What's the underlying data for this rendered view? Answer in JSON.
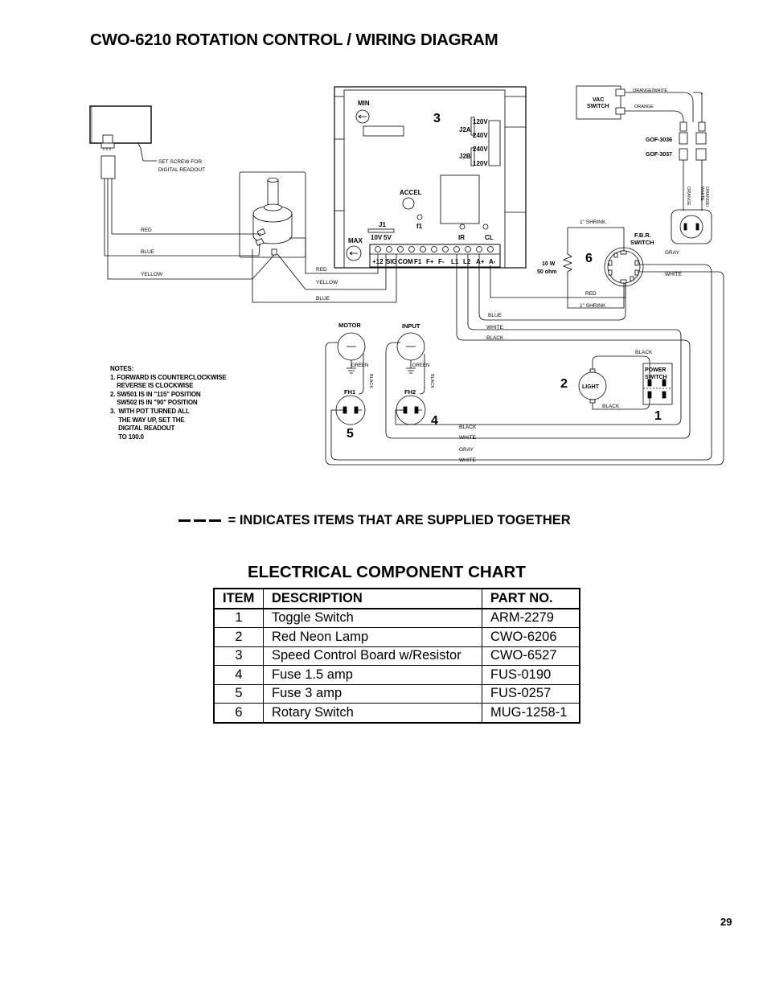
{
  "title": "CWO-6210 ROTATION CONTROL / WIRING DIAGRAM",
  "diagram": {
    "board": {
      "item_number": "3",
      "min_label": "MIN",
      "max_label": "MAX",
      "accel_label": "ACCEL",
      "f1_label": "f1",
      "j1_label": "J1",
      "v10_label": "10V",
      "v5_label": "5V",
      "ir_label": "IR",
      "cl_label": "CL",
      "j2a_label": "J2A",
      "j2b_label": "J2B",
      "v120_a": "120V",
      "v240_a": "240V",
      "v240_b": "240V",
      "v120_b": "120V",
      "terminals": [
        "+12",
        "SIG",
        "COM",
        "F1",
        "F+",
        "F-",
        "L1",
        "L2",
        "A+",
        "A-"
      ]
    },
    "set_screw_line1": "SET SCREW FOR",
    "set_screw_line2": "DIGITAL READOUT",
    "vac_switch_line1": "VAC",
    "vac_switch_line2": "SWITCH",
    "gof_3036": "GOF-3036",
    "gof_3037": "GOF-3037",
    "fbr_line1": "F.B.R.",
    "fbr_line2": "SWITCH",
    "fbr_item": "6",
    "resistor_line1": "10 W",
    "resistor_line2": "50 ohm",
    "shrink_top": "1\" SHRINK",
    "shrink_bottom": "1\" SHRINK",
    "motor_label": "MOTOR",
    "input_label": "INPUT",
    "fh1_label": "FH1",
    "fh2_label": "FH2",
    "fh1_item": "5",
    "fh2_item": "4",
    "light_label": "LIGHT",
    "light_item": "2",
    "power_line1": "POWER",
    "power_line2": "SWITCH",
    "power_item": "1",
    "wire_labels": {
      "red_pot": "RED",
      "blue_pot": "BLUE",
      "yellow_pot": "YELLOW",
      "red_board": "RED",
      "yellow_board": "YELLOW",
      "blue_board": "BLUE",
      "orange_white": "ORANGE/WHITE",
      "orange": "ORANGE",
      "orange_v": "ORANGE",
      "orange_white_v1": "ORANGE/",
      "orange_white_v2": "WHITE",
      "gray_fbr": "GRAY",
      "white_fbr": "WHITE",
      "red_fbr": "RED",
      "blue_l": "BLUE",
      "white_l": "WHITE",
      "black_l": "BLACK",
      "green_motor": "GREEN",
      "green_input": "GREEN",
      "black_motor": "BLACK",
      "black_input": "BLACK",
      "black_top_light": "BLACK",
      "black_light": "BLACK",
      "black_bot": "BLACK",
      "white_bot": "WHITE",
      "gray_bot": "GRAY",
      "white_bot2": "WHITE"
    }
  },
  "notes": {
    "heading": "NOTES:",
    "lines": [
      "1. FORWARD IS COUNTERCLOCKWISE",
      "    REVERSE IS CLOCKWISE",
      "2. SW501 IS IN \"115\" POSITION",
      "    SW502 IS IN \"90\" POSITION",
      "3.  WITH POT TURNED ALL",
      "     THE WAY UP, SET THE",
      "     DIGITAL READOUT",
      "     TO 100.0"
    ]
  },
  "legend_text": "= INDICATES ITEMS THAT ARE SUPPLIED TOGETHER",
  "chart_title": "ELECTRICAL COMPONENT CHART",
  "table": {
    "headers": [
      "ITEM",
      "DESCRIPTION",
      "PART NO."
    ],
    "rows": [
      [
        "1",
        "Toggle Switch",
        "ARM-2279"
      ],
      [
        "2",
        "Red Neon Lamp",
        "CWO-6206"
      ],
      [
        "3",
        "Speed Control Board w/Resistor",
        "CWO-6527"
      ],
      [
        "4",
        "Fuse 1.5 amp",
        "FUS-0190"
      ],
      [
        "5",
        "Fuse 3 amp",
        "FUS-0257"
      ],
      [
        "6",
        "Rotary Switch",
        "MUG-1258-1"
      ]
    ]
  },
  "page_number": "29"
}
